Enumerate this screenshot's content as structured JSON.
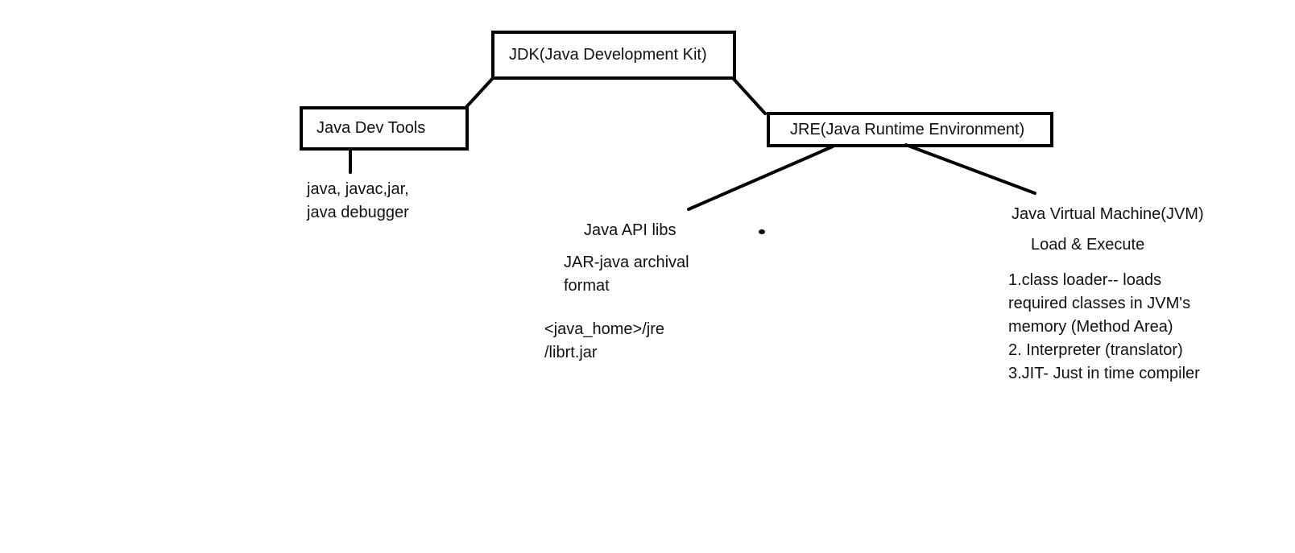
{
  "diagram": {
    "root": {
      "label": "JDK(Java Development Kit)"
    },
    "dev_tools": {
      "label": "Java Dev Tools",
      "details": [
        "java, javac,jar,",
        "java debugger"
      ]
    },
    "jre": {
      "label": "JRE(Java Runtime Environment)"
    },
    "api_libs": {
      "label": "Java API libs",
      "jar_note": [
        "JAR-java archival",
        "format"
      ],
      "path_note": [
        "<java_home>/jre",
        "/librt.jar"
      ]
    },
    "jvm": {
      "label": "Java Virtual Machine(JVM)",
      "subtitle": "Load & Execute",
      "components": [
        "1.class loader-- loads",
        "required classes in JVM's",
        "memory (Method Area)",
        "2. Interpreter (translator)",
        "3.JIT- Just in time compiler"
      ]
    }
  }
}
